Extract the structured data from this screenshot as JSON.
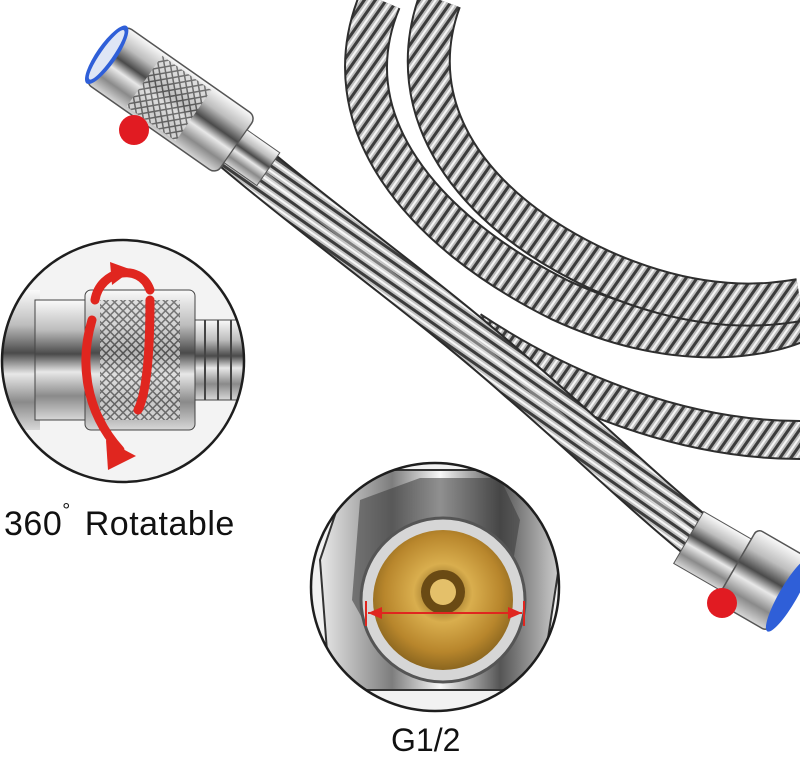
{
  "product_image": {
    "labels": {
      "rotation_number": "360",
      "rotation_degree": "°",
      "rotation_word": "Rotatable",
      "thread_size": "G1/2"
    },
    "colors": {
      "background": "#ffffff",
      "chrome_light": "#f2f2f2",
      "chrome_dark": "#3a3a3a",
      "seal_ring_blue": "#2f5fd8",
      "marker_red": "#e11b22",
      "brass": "#c89a3a",
      "arrow_red": "#e0261f"
    },
    "icons": [
      "rotate-arrows-icon",
      "measure-arrow-icon",
      "red-dot-marker"
    ]
  }
}
